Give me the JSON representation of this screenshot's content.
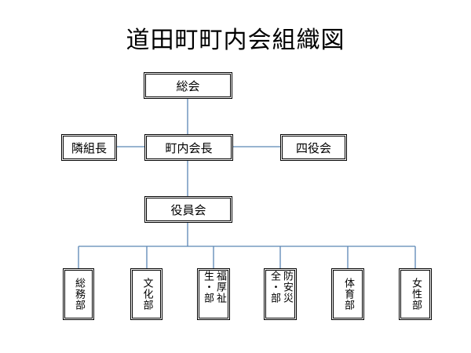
{
  "title": "道田町町内会組織図",
  "nodes": {
    "general_meeting": "総会",
    "chairman": "町内会長",
    "neighborhood_leader": "隣組長",
    "four_officers": "四役会",
    "executive_board": "役員会"
  },
  "departments": [
    {
      "label": "総務部"
    },
    {
      "label": "文化部"
    },
    {
      "label": "福厚祉生・部"
    },
    {
      "label": "防安災全・部"
    },
    {
      "label": "体育部"
    },
    {
      "label": "女性部"
    }
  ],
  "colors": {
    "connector": "#5b86b5",
    "border": "#000000"
  }
}
